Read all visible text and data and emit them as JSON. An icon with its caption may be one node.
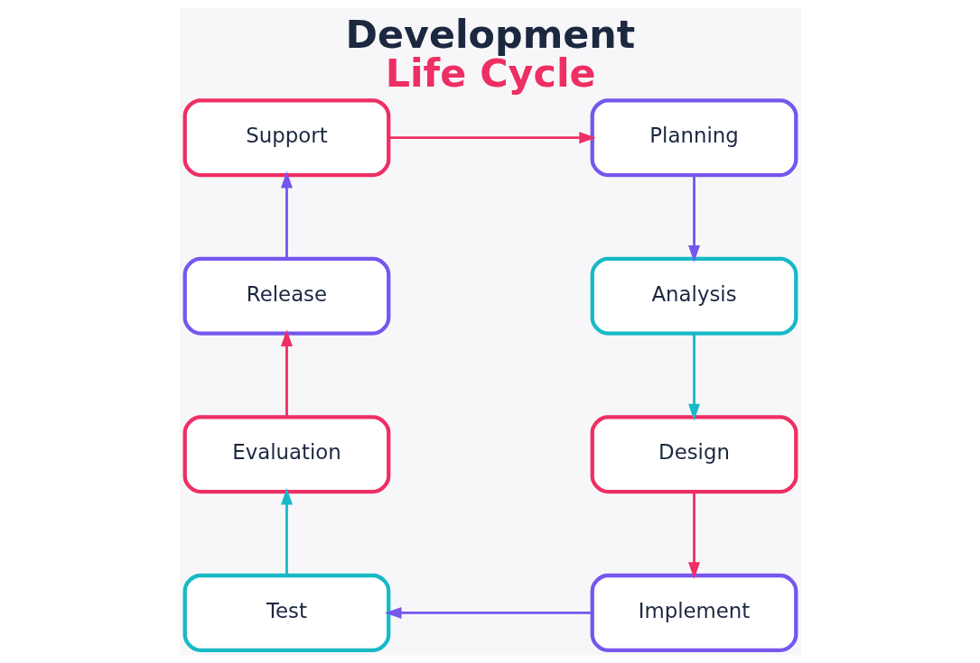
{
  "diagram": {
    "title": "Development Life Cycle",
    "nodes": [
      {
        "text": [
          "Support"
        ]
      },
      {
        "text": [
          "Planning"
        ]
      },
      {
        "text": [
          "Analysis"
        ]
      },
      {
        "text": [
          "Design"
        ]
      },
      {
        "text": [
          "Implement"
        ]
      },
      {
        "text": [
          "Test"
        ]
      },
      {
        "text": [
          "Evaluation"
        ]
      },
      {
        "text": [
          "Release"
        ]
      }
    ],
    "edges": [
      {
        "from": 0,
        "to": 1,
        "arrow": "to",
        "color": "#ee2f64"
      },
      {
        "from": 1,
        "to": 2,
        "arrow": "to",
        "color": "#7657ee"
      },
      {
        "from": 2,
        "to": 3,
        "arrow": "to",
        "color": "#17b9c6"
      },
      {
        "from": 3,
        "to": 4,
        "arrow": "to",
        "color": "#ee2f64"
      },
      {
        "from": 4,
        "to": 5,
        "arrow": "to",
        "color": "#7657ee"
      },
      {
        "from": 5,
        "to": 6,
        "arrow": "to",
        "color": "#17b9c6"
      },
      {
        "from": 6,
        "to": 7,
        "arrow": "to",
        "color": "#ee2f64"
      },
      {
        "from": 7,
        "to": 0,
        "arrow": "to",
        "color": "#7657ee"
      }
    ]
  }
}
